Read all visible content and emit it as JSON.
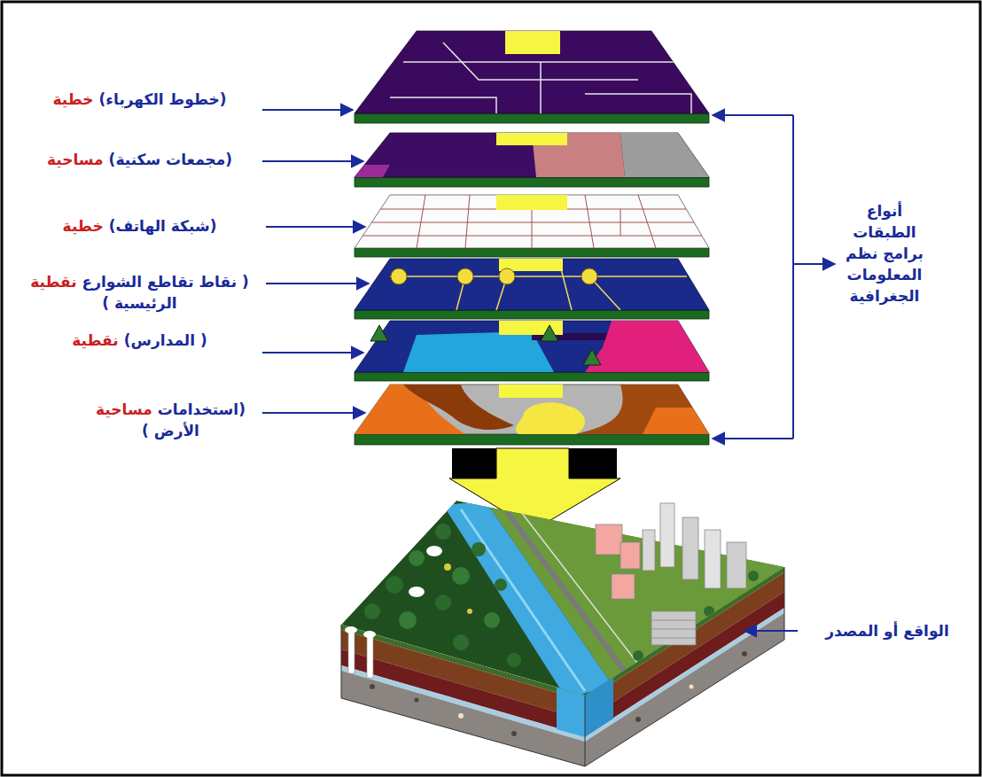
{
  "diagram": {
    "labels": [
      "خطية",
      "(خطوط الكهرباء)",
      "مساحية",
      "(مجمعات سكنية)",
      "خطية",
      "(شبكة الهاتف)",
      "نقطية",
      "( نقاط تقاطع الشوارع الرئيسية )",
      "نقطية",
      "( المدارس)",
      "مساحية",
      "(استخدامات الأرض )",
      "أنواع الطبقات برامج نظم المعلومات الجغرافية",
      "الواقع أو المصدر"
    ]
  }
}
